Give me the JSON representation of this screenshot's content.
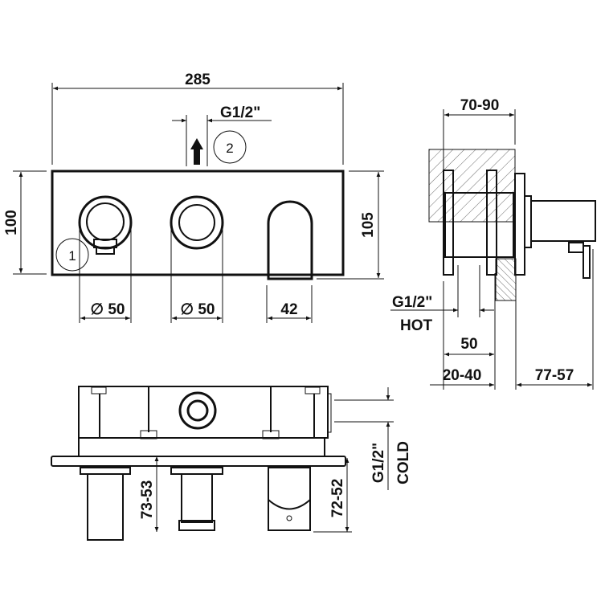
{
  "drawing": {
    "type": "technical-dimension-drawing",
    "subject": "wall-mounted concealed mixer with spout",
    "front_view": {
      "overall_width": "285",
      "height_left": "100",
      "height_right": "105",
      "outlet_size": "G1/2\"",
      "callout_1": "1",
      "callout_2": "2",
      "knob1_diameter": "∅ 50",
      "knob2_diameter": "∅ 50",
      "spout_width": "42"
    },
    "side_view": {
      "wall_depth": "70-90",
      "inlet_size": "G1/2\"",
      "inlet_label": "HOT",
      "body_width": "50",
      "embed_range": "20-40",
      "projection_range": "77-57"
    },
    "bottom_view": {
      "inlet_size": "G1/2\"",
      "inlet_label": "COLD",
      "knob_projection": "73-53",
      "spout_projection": "72-52"
    }
  }
}
